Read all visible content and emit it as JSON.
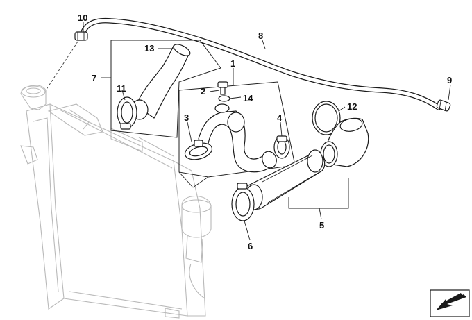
{
  "diagram": {
    "callouts": {
      "c1": "1",
      "c2": "2",
      "c3": "3",
      "c4": "4",
      "c5": "5",
      "c6": "6",
      "c7": "7",
      "c8": "8",
      "c9": "9",
      "c10": "10",
      "c11": "11",
      "c12": "12",
      "c13": "13",
      "c14": "14"
    },
    "colors": {
      "line": "#1a1a1a",
      "ghost": "#b9b9b9",
      "hose_fill": "#ffffff",
      "shade": "#d9d9d9"
    }
  },
  "nav_icon": "arrow-down-left-icon"
}
